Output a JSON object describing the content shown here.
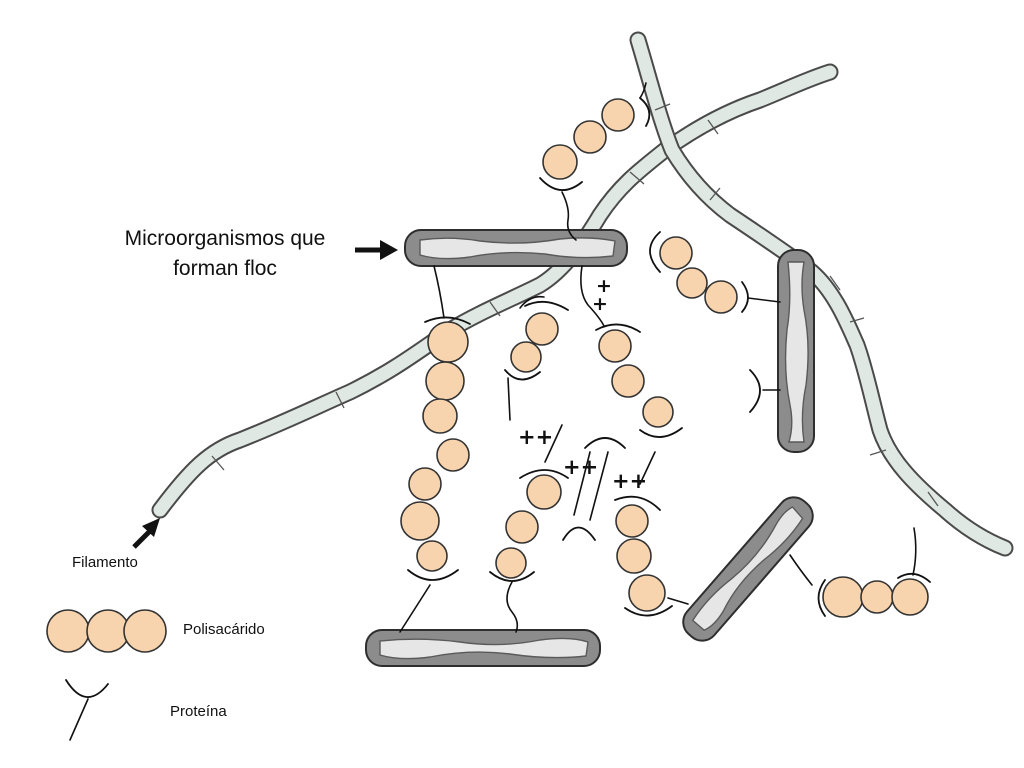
{
  "labels": {
    "microorganisms_line1": "Microorganismos que",
    "microorganisms_line2": "forman floc",
    "filament": "Filamento",
    "polysaccharide": "Polisacárido",
    "protein": "Proteína"
  },
  "charges": {
    "a": "+",
    "b": "+",
    "pair": "++"
  },
  "colors": {
    "filament_fill": "#dfe8e2",
    "filament_stroke": "#4a4a4a",
    "bead_fill": "#f7d4ad",
    "bead_stroke": "#333333",
    "cell_outer": "#8c8c8c",
    "cell_inner": "#e6e6e6",
    "line": "#111111"
  }
}
